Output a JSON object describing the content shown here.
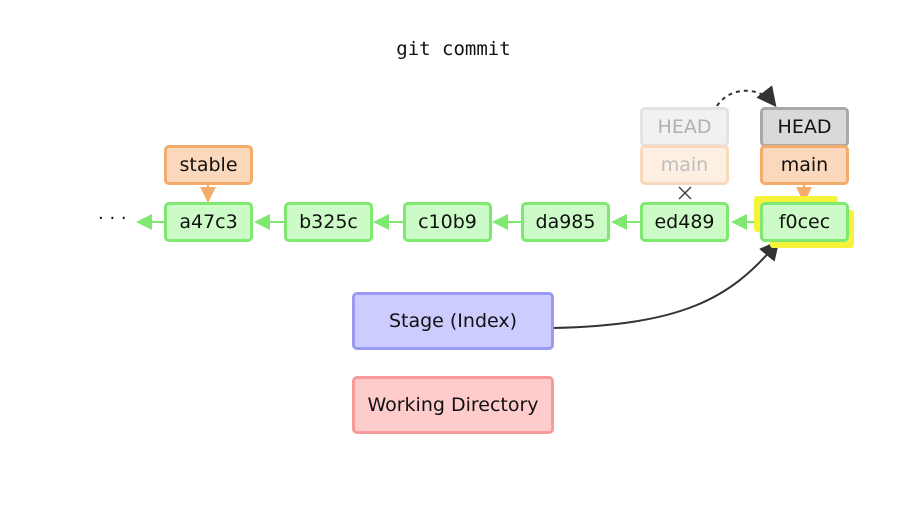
{
  "title": "git commit",
  "ellipsis": "· · ·",
  "commits": [
    "a47c3",
    "b325c",
    "c10b9",
    "da985",
    "ed489",
    "f0cec"
  ],
  "branches": {
    "stable": "stable",
    "old_head": "HEAD",
    "old_main": "main",
    "head": "HEAD",
    "main": "main"
  },
  "areas": {
    "stage": "Stage (Index)",
    "working_directory": "Working Directory"
  },
  "colors": {
    "commit_fill": "#cdfbc8",
    "commit_border": "#7ee870",
    "branch_fill": "#fbd8bb",
    "branch_border": "#f3ac6a",
    "head_fill": "#d9d9d9",
    "stage_fill": "#ccccff",
    "working_dir_fill": "#ffcccc",
    "highlight": "#f6f43a"
  }
}
